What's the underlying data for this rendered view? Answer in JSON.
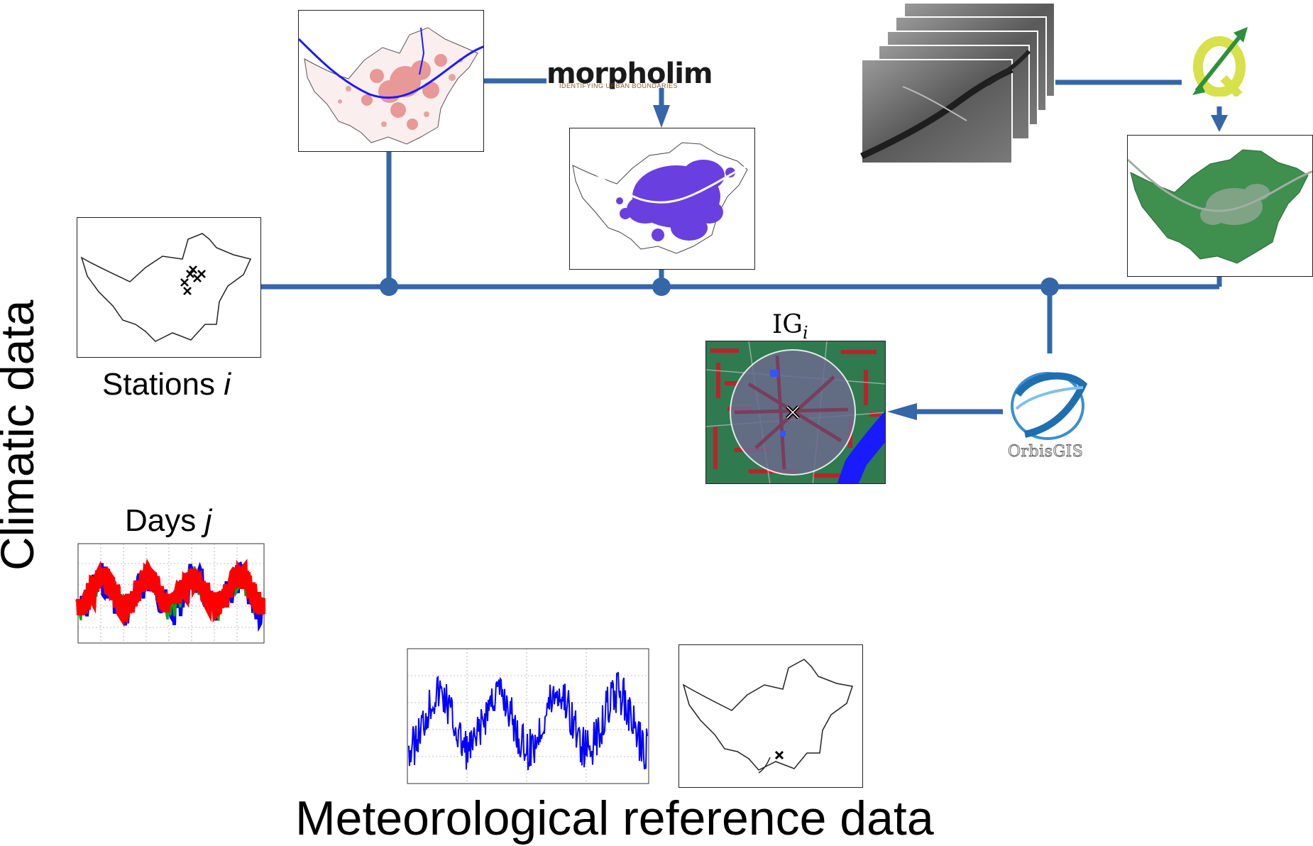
{
  "labels": {
    "vertical": "Climatic data",
    "stations": "Stations",
    "stations_var": "i",
    "days": "Days",
    "days_var": "j",
    "ig": "IG",
    "ig_sub": "i",
    "bottom": "Meteorological reference data"
  },
  "logos": {
    "morpholim": "morpholim",
    "morpholim_tagline": "IDENTIFYING URBAN BOUNDARIES",
    "orbisgis": "OrbisGIS",
    "qgis": "Q"
  },
  "colors": {
    "connector": "#3466a8",
    "urban_red": "#d9534f",
    "built_violet": "#6a3fe0",
    "vegetation_green": "#3f8f4f",
    "river_blue": "#1a1aff",
    "series_red": "#ff0000",
    "series_blue": "#0000ff"
  }
}
